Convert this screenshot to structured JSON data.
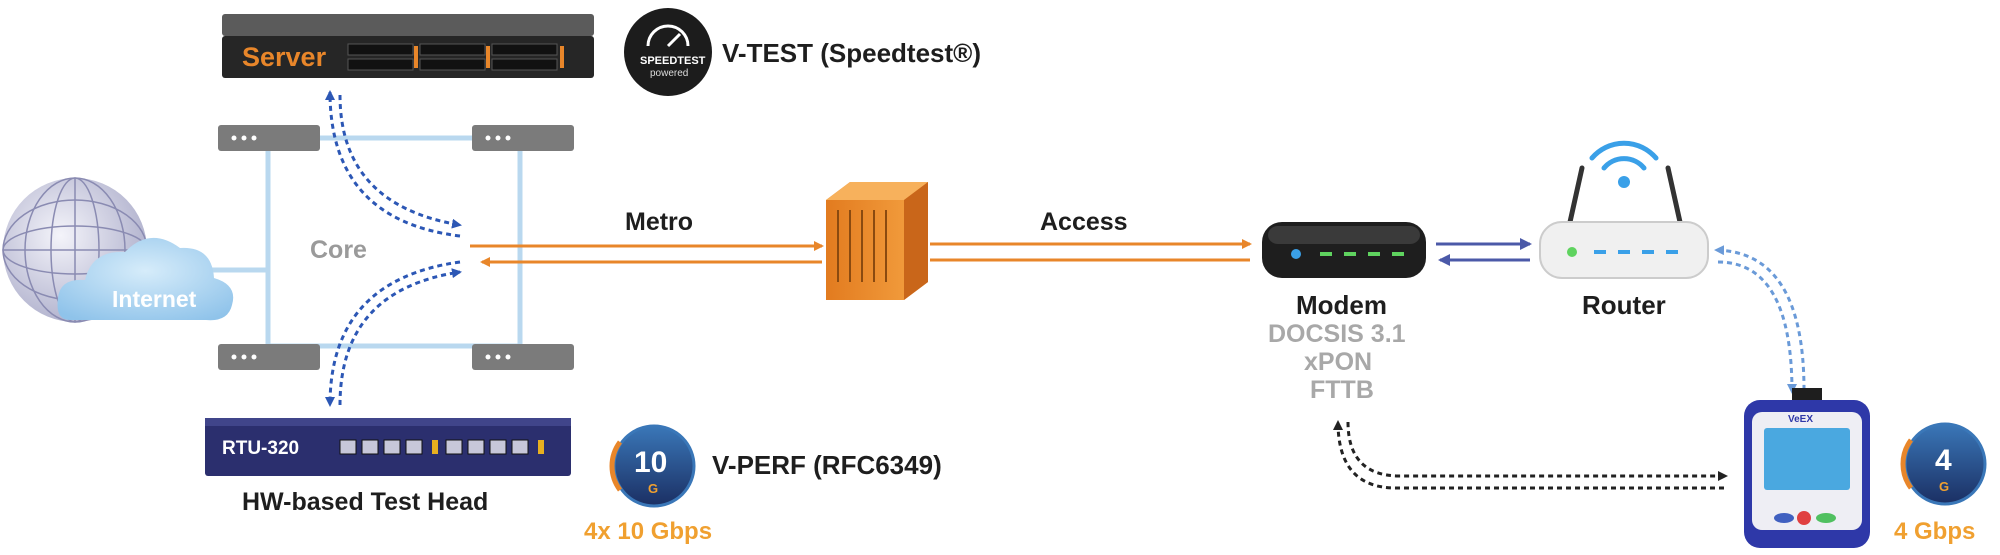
{
  "colors": {
    "orange": "#e8862a",
    "orange_text": "#f0a030",
    "navy": "#2b2f6e",
    "blue_dash": "#2c57b5",
    "light_blue": "#b9d8ef",
    "grey_text": "#9a9a9a",
    "dark": "#222222"
  },
  "server": {
    "label": "Server"
  },
  "speedtest": {
    "badge_line1": "SPEEDTEST",
    "badge_line2": "powered",
    "label": "V-TEST (Speedtest®)"
  },
  "core": {
    "label": "Core"
  },
  "internet": {
    "label": "Internet"
  },
  "links": {
    "metro": "Metro",
    "access": "Access"
  },
  "modem": {
    "label": "Modem",
    "tech": [
      "DOCSIS 3.1",
      "xPON",
      "FTTB"
    ]
  },
  "router": {
    "label": "Router"
  },
  "test_head": {
    "model": "RTU-320",
    "label": "HW-based Test Head"
  },
  "vperf": {
    "gauge_value": "10",
    "gauge_unit": "G",
    "label": "V-PERF (RFC6349)",
    "rate": "4x 10 Gbps"
  },
  "handheld": {
    "brand": "VeEX",
    "gauge_value": "4",
    "gauge_unit": "G",
    "rate": "4 Gbps"
  }
}
